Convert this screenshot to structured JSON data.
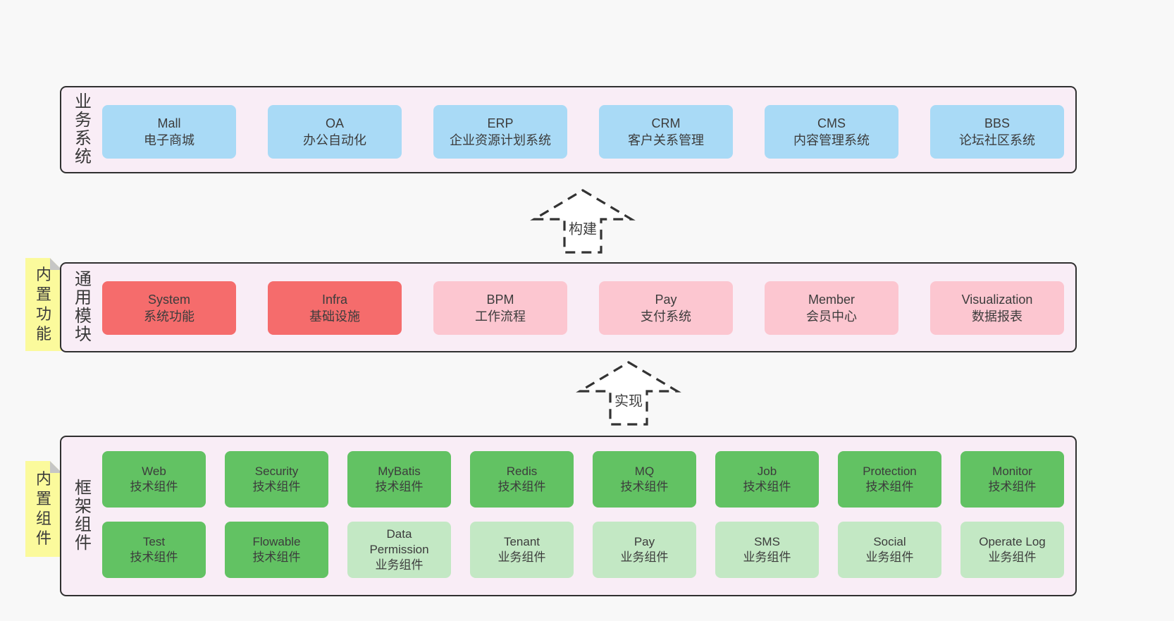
{
  "colors": {
    "page_bg": "#f8f8f8",
    "band_bg": "#f9edf6",
    "band_border": "#303030",
    "blue": "#a9daf6",
    "red": "#f56c6c",
    "pink": "#fcc6d0",
    "green": "#62c263",
    "light_green": "#c3e8c4",
    "note_yellow": "#fbfa9c",
    "note_fold": "#c6c6c6",
    "text": "#3c3c3c"
  },
  "arrows": [
    {
      "label": "构建"
    },
    {
      "label": "实现"
    }
  ],
  "bands": [
    {
      "label": "业务系统",
      "boxes": [
        {
          "name": "Mall",
          "desc": "电子商城",
          "variant": "blue"
        },
        {
          "name": "OA",
          "desc": "办公自动化",
          "variant": "blue"
        },
        {
          "name": "ERP",
          "desc": "企业资源计划系统",
          "variant": "blue"
        },
        {
          "name": "CRM",
          "desc": "客户关系管理",
          "variant": "blue"
        },
        {
          "name": "CMS",
          "desc": "内容管理系统",
          "variant": "blue"
        },
        {
          "name": "BBS",
          "desc": "论坛社区系统",
          "variant": "blue"
        }
      ]
    },
    {
      "label": "通用模块",
      "note": "内置功能",
      "boxes": [
        {
          "name": "System",
          "desc": "系统功能",
          "variant": "red"
        },
        {
          "name": "Infra",
          "desc": "基础设施",
          "variant": "red"
        },
        {
          "name": "BPM",
          "desc": "工作流程",
          "variant": "pink"
        },
        {
          "name": "Pay",
          "desc": "支付系统",
          "variant": "pink"
        },
        {
          "name": "Member",
          "desc": "会员中心",
          "variant": "pink"
        },
        {
          "name": "Visualization",
          "desc": "数据报表",
          "variant": "pink"
        }
      ]
    },
    {
      "label": "框架组件",
      "note": "内置组件",
      "rows": [
        [
          {
            "name": "Web",
            "desc": "技术组件",
            "variant": "green"
          },
          {
            "name": "Security",
            "desc": "技术组件",
            "variant": "green"
          },
          {
            "name": "MyBatis",
            "desc": "技术组件",
            "variant": "green"
          },
          {
            "name": "Redis",
            "desc": "技术组件",
            "variant": "green"
          },
          {
            "name": "MQ",
            "desc": "技术组件",
            "variant": "green"
          },
          {
            "name": "Job",
            "desc": "技术组件",
            "variant": "green"
          },
          {
            "name": "Protection",
            "desc": "技术组件",
            "variant": "green"
          },
          {
            "name": "Monitor",
            "desc": "技术组件",
            "variant": "green"
          }
        ],
        [
          {
            "name": "Test",
            "desc": "技术组件",
            "variant": "green"
          },
          {
            "name": "Flowable",
            "desc": "技术组件",
            "variant": "green"
          },
          {
            "name": "Data Permission",
            "desc": "业务组件",
            "variant": "light-green"
          },
          {
            "name": "Tenant",
            "desc": "业务组件",
            "variant": "light-green"
          },
          {
            "name": "Pay",
            "desc": "业务组件",
            "variant": "light-green"
          },
          {
            "name": "SMS",
            "desc": "业务组件",
            "variant": "light-green"
          },
          {
            "name": "Social",
            "desc": "业务组件",
            "variant": "light-green"
          },
          {
            "name": "Operate Log",
            "desc": "业务组件",
            "variant": "light-green"
          }
        ]
      ]
    }
  ]
}
